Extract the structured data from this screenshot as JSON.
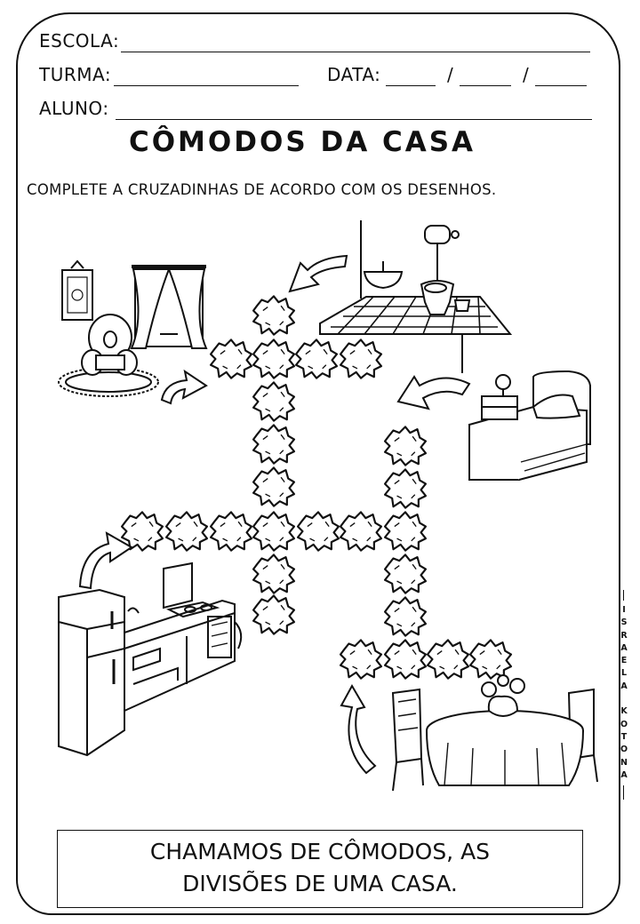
{
  "header": {
    "school_label": "ESCOLA:",
    "class_label": "TURMA:",
    "date_label": "DATA:",
    "date_sep1": "/",
    "date_sep2": "/",
    "student_label": "ALUNO:"
  },
  "title": "CÔMODOS DA CASA",
  "instruction": "COMPLETE A CRUZADINHAS DE ACORDO COM OS DESENHOS.",
  "rooms": [
    "living-room",
    "bathroom",
    "bedroom",
    "kitchen",
    "dining-room"
  ],
  "author_vertical": "ISRAELA KOTONA",
  "note": {
    "line1": "CHAMAMOS DE CÔMODOS, AS",
    "line2": "DIVISÕES DE UMA CASA."
  }
}
